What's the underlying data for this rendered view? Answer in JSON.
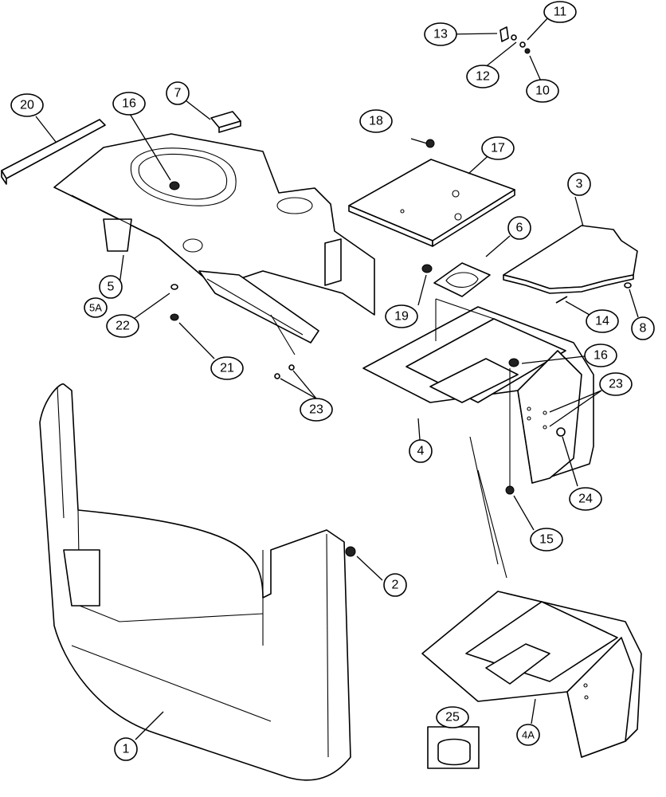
{
  "callouts": {
    "c1": "1",
    "c2": "2",
    "c3": "3",
    "c4": "4",
    "c4a": "4A",
    "c5": "5",
    "c5a": "5A",
    "c6": "6",
    "c7": "7",
    "c8": "8",
    "c10": "10",
    "c11": "11",
    "c12": "12",
    "c13": "13",
    "c14": "14",
    "c15": "15",
    "c16a": "16",
    "c16b": "16",
    "c17": "17",
    "c18": "18",
    "c19": "19",
    "c20": "20",
    "c21": "21",
    "c22": "22",
    "c23a": "23",
    "c23b": "23",
    "c24": "24",
    "c25": "25"
  }
}
